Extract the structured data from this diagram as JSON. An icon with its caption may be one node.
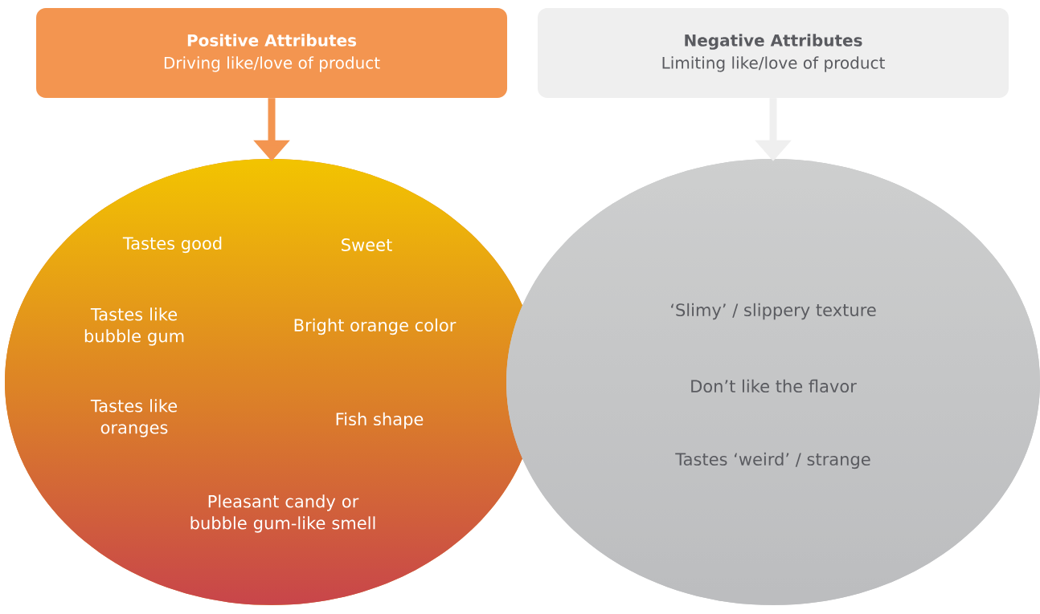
{
  "diagram": {
    "nodes": [
      {
        "text": [
          "Positive Attributes",
          "Driving like/love of product"
        ]
      },
      {
        "text": [
          "Negative Attributes",
          "Limiting like/love of product"
        ]
      },
      {
        "text": [
          "Tastes good",
          "Sweet",
          "Tastes like bubble gum",
          "Bright orange color",
          "Tastes like oranges",
          "Fish shape",
          "Pleasant candy or bubble gum-like smell"
        ]
      },
      {
        "text": [
          "‘Slimy’ / slippery texture",
          "Don’t like the flavor",
          "Tastes ‘weird’ / strange"
        ]
      }
    ],
    "edges": [
      {
        "from": 0,
        "to": 2,
        "arrow": "to",
        "color": "#f39550"
      },
      {
        "from": 1,
        "to": 3,
        "arrow": "to",
        "color": "#efefef"
      }
    ]
  }
}
